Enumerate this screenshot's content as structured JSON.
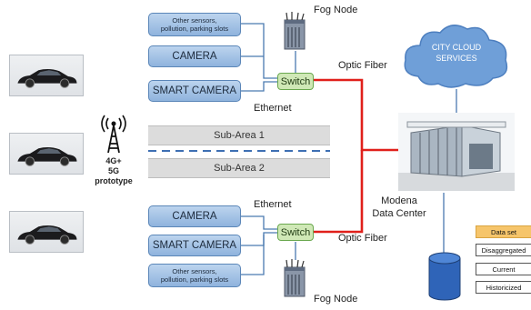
{
  "antenna": {
    "label": "4G+\n5G\nprototype"
  },
  "sensors_top": {
    "other": "Other sensors,\npollution, parking slots",
    "camera": "CAMERA",
    "smart_camera": "SMART CAMERA"
  },
  "sensors_bottom": {
    "camera": "CAMERA",
    "smart_camera": "SMART CAMERA",
    "other": "Other sensors,\npollution, parking slots"
  },
  "switch_top": "Switch",
  "switch_bottom": "Switch",
  "fog_node_top": "Fog Node",
  "fog_node_bottom": "Fog Node",
  "ethernet_top": "Ethernet",
  "ethernet_bottom": "Ethernet",
  "optic_fiber_top": "Optic Fiber",
  "optic_fiber_bottom": "Optic Fiber",
  "subarea_1": "Sub-Area 1",
  "subarea_2": "Sub-Area 2",
  "cloud": "CITY CLOUD\nSERVICES",
  "datacenter": "Modena\nData Center",
  "legend": {
    "header": "Data set",
    "items": [
      "Disaggregated",
      "Current",
      "Historicized"
    ]
  },
  "colors": {
    "fiber": "#e0201b",
    "ethernet": "#4a7ab0",
    "cloud": "#6f9fd8",
    "switch": "#cfe8b6",
    "legend_header": "#f6c56b"
  }
}
